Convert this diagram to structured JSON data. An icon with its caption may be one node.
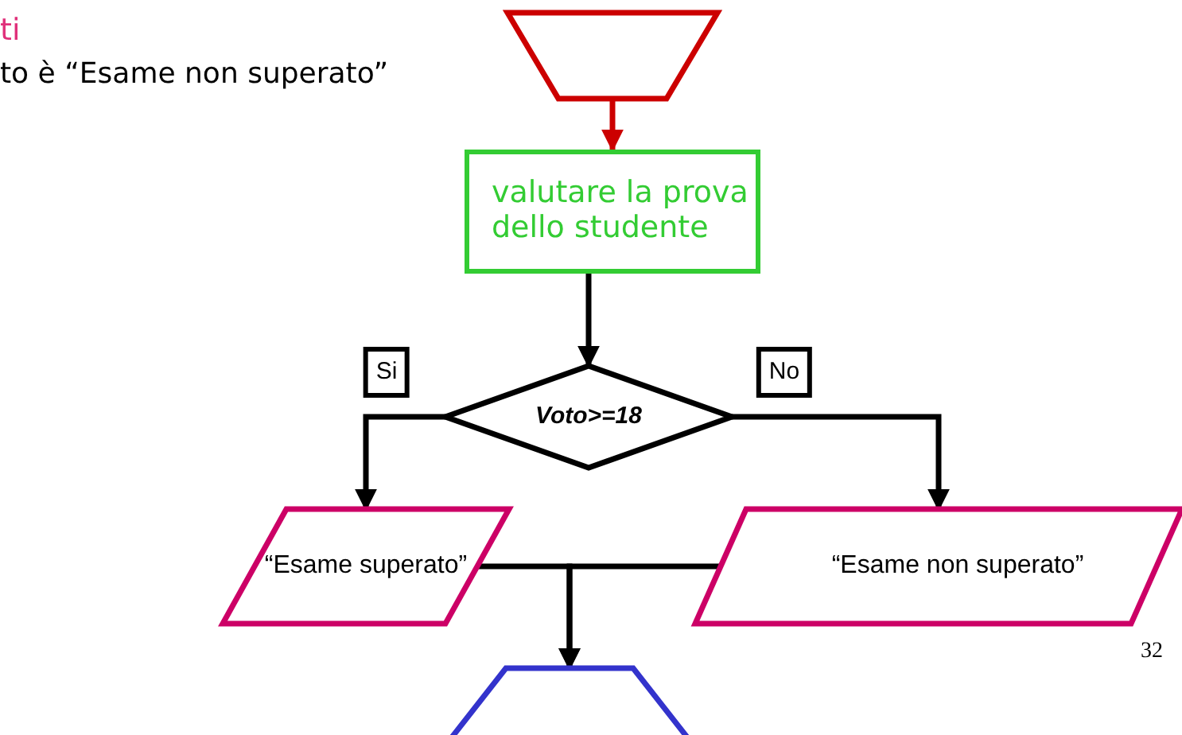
{
  "diagram": {
    "nodes": [
      {
        "text": [],
        "shape": "trapezoid"
      },
      {
        "text": [
          "valutare la prova dello studente"
        ]
      },
      {
        "text": [
          "Voto>=18"
        ]
      },
      {
        "text": [
          "“Esame superato”"
        ]
      },
      {
        "text": [
          "“Esame non superato”"
        ]
      },
      {
        "text": [],
        "shape": "trapezoid"
      }
    ],
    "edges": [
      {
        "from": 0,
        "to": 1,
        "arrow": "to",
        "color": "#cc0000"
      },
      {
        "from": 1,
        "to": 2,
        "arrow": "to"
      },
      {
        "from": 2,
        "to": 3,
        "arrow": "to",
        "label": "Si"
      },
      {
        "from": 2,
        "to": 4,
        "arrow": "to",
        "label": "No"
      },
      {
        "from": 3,
        "to": 5,
        "arrow": "to"
      },
      {
        "from": 4,
        "to": 5,
        "arrow": "to"
      }
    ],
    "labels": [
      "ti",
      "to è  “Esame non superato”",
      "32"
    ]
  }
}
